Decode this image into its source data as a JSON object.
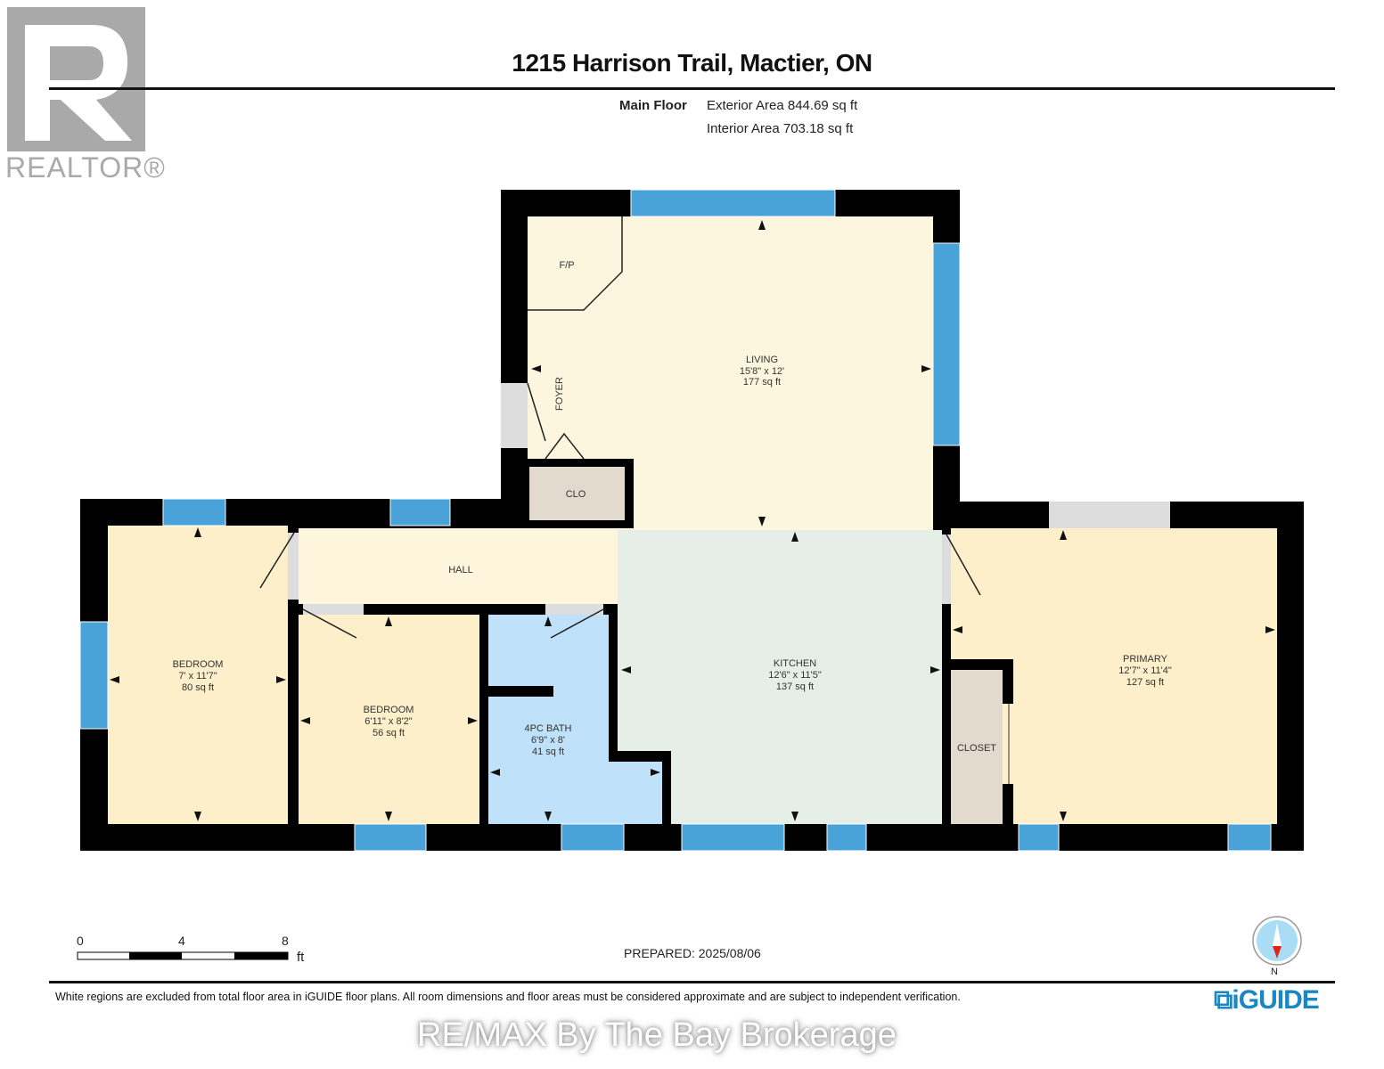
{
  "header": {
    "title": "1215 Harrison Trail, Mactier, ON",
    "floor": "Main Floor",
    "exterior_area": "Exterior Area 844.69 sq ft",
    "interior_area": "Interior Area 703.18 sq ft"
  },
  "logo": {
    "realtor": "REALTOR®",
    "iguide": "iGUIDE"
  },
  "rooms": {
    "living": {
      "name": "LIVING",
      "dims": "15'8\" x 12'",
      "area": "177 sq ft"
    },
    "fp": {
      "name": "F/P"
    },
    "foyer": {
      "name": "FOYER"
    },
    "clo": {
      "name": "CLO"
    },
    "hall": {
      "name": "HALL"
    },
    "bedroom1": {
      "name": "BEDROOM",
      "dims": "7' x 11'7\"",
      "area": "80 sq ft"
    },
    "bedroom2": {
      "name": "BEDROOM",
      "dims": "6'11\" x 8'2\"",
      "area": "56 sq ft"
    },
    "bath": {
      "name": "4PC BATH",
      "dims": "6'9\" x 8'",
      "area": "41 sq ft"
    },
    "kitchen": {
      "name": "KITCHEN",
      "dims": "12'6\" x 11'5\"",
      "area": "137 sq ft"
    },
    "closet": {
      "name": "CLOSET"
    },
    "primary": {
      "name": "PRIMARY",
      "dims": "12'7\" x 11'4\"",
      "area": "127 sq ft"
    }
  },
  "scale": {
    "ticks": [
      "0",
      "4",
      "8"
    ],
    "unit": "ft"
  },
  "compass": {
    "label": "N"
  },
  "footer": {
    "prepared": "PREPARED: 2025/08/06",
    "disclaimer": "White regions are excluded from total floor area in iGUIDE floor plans. All room dimensions and floor areas must be considered approximate and are subject to independent verification.",
    "watermark": "RE/MAX By The Bay Brokerage"
  },
  "colors": {
    "wall": "#000000",
    "window": "#4aa3d8",
    "living": "#fdf6de",
    "bedroom": "#fdefc9",
    "bath": "#bfe2fa",
    "kitchen": "#e5efe7",
    "closet": "#e1dacd"
  }
}
